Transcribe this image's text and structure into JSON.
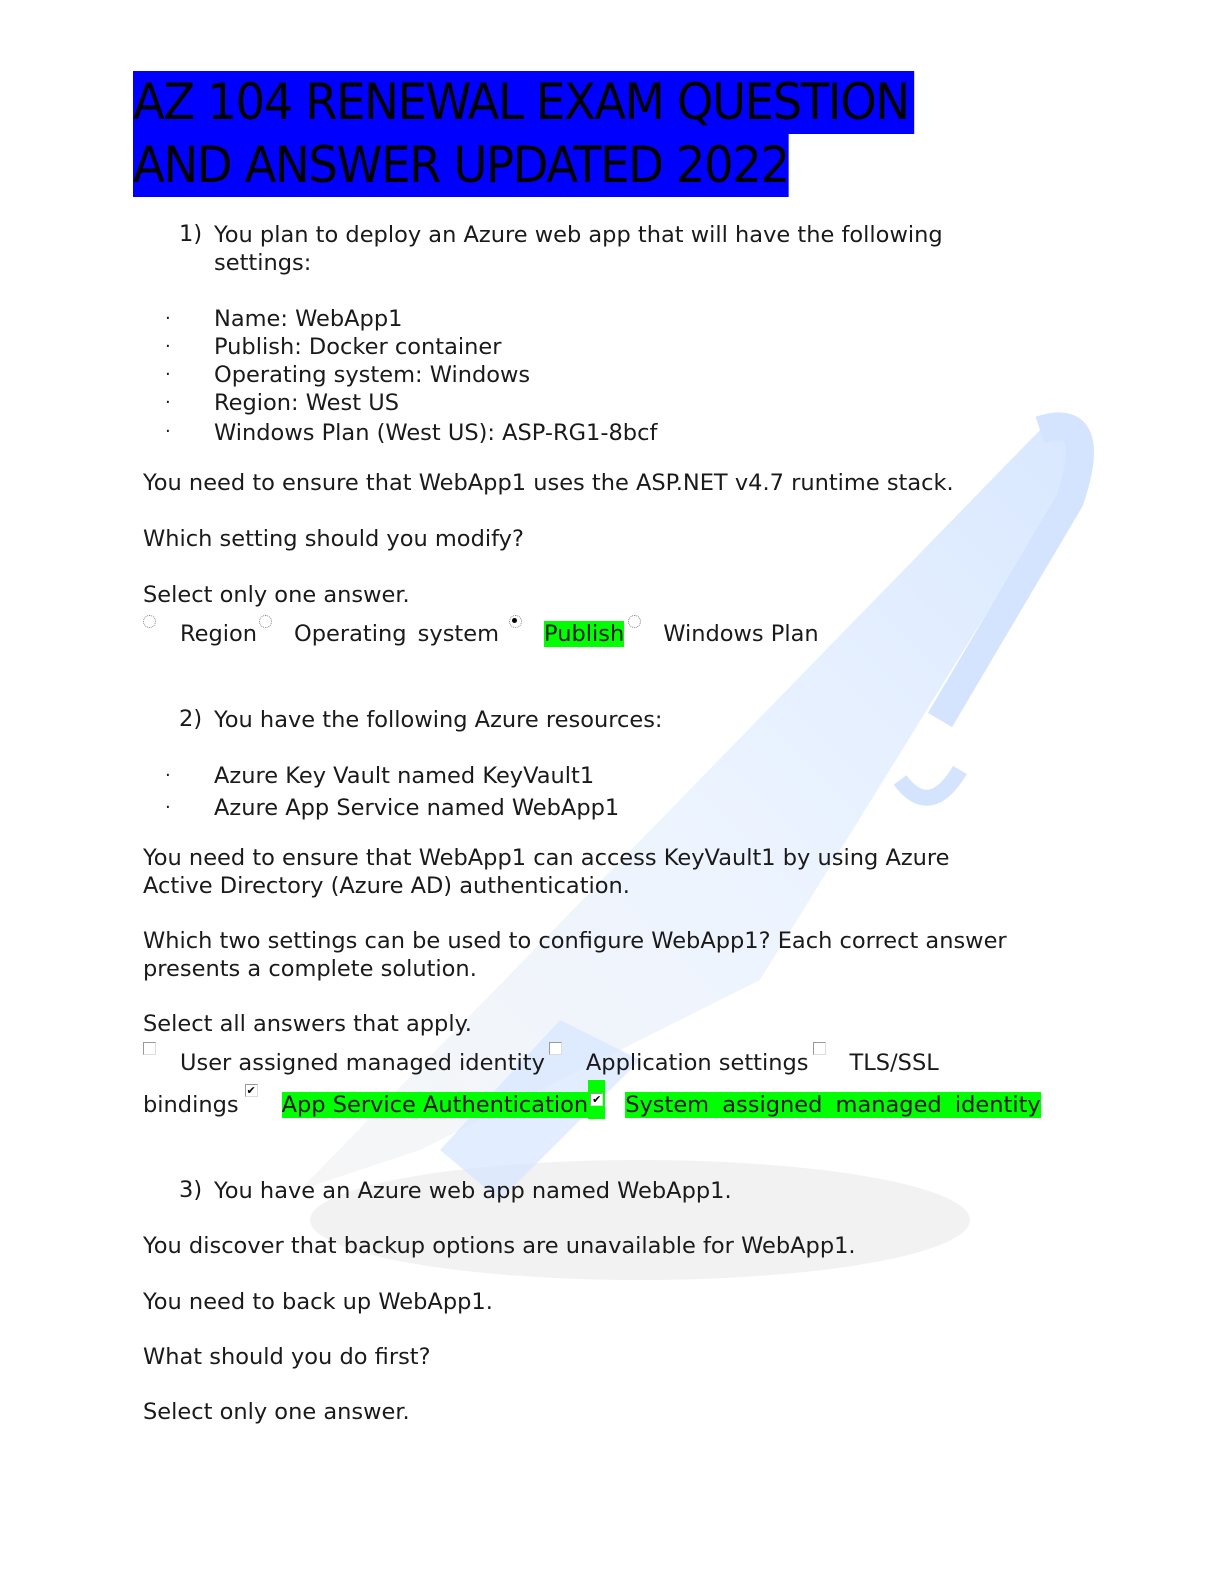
{
  "title": {
    "line1": "AZ 104 RENEWAL EXAM QUESTION",
    "line2": "AND ANSWER UPDATED 2022",
    "bg_color": "#0000ff"
  },
  "highlight_color": "#00ff00",
  "q1": {
    "number": "1)",
    "prompt_line1": "You plan to deploy an Azure web app that will have the following",
    "prompt_line2": "settings:",
    "bullets": [
      "Name: WebApp1",
      "Publish: Docker container",
      "Operating system: Windows",
      "Region: West US",
      "Windows Plan (West US): ASP-RG1-8bcf"
    ],
    "need": "You need to ensure that WebApp1 uses the ASP.NET v4.7 runtime stack.",
    "question": "Which setting should you modify?",
    "instruction": "Select only one answer.",
    "options": [
      {
        "label": "Region",
        "selected": false
      },
      {
        "label": "Operating system",
        "selected": false
      },
      {
        "label": "Publish",
        "selected": true
      },
      {
        "label": "Windows Plan",
        "selected": false
      }
    ]
  },
  "q2": {
    "number": "2)",
    "prompt": "You have the following Azure resources:",
    "bullets": [
      "Azure Key Vault named KeyVault1",
      "Azure App Service named WebApp1"
    ],
    "need_line1": "You need to ensure that WebApp1 can access KeyVault1 by using Azure",
    "need_line2": "Active Directory (Azure AD) authentication.",
    "question_line1": "Which two settings can be used to configure WebApp1? Each correct answer",
    "question_line2": "presents a complete solution.",
    "instruction": "Select all answers that apply.",
    "options": [
      {
        "label": "User assigned managed identity",
        "checked": false
      },
      {
        "label": "Application settings",
        "checked": false
      },
      {
        "label": "TLS/SSL",
        "label_cont": "bindings",
        "checked": false
      },
      {
        "label": "App Service Authentication",
        "checked": true
      },
      {
        "label": "System assigned managed identity",
        "checked": true
      }
    ]
  },
  "q3": {
    "number": "3)",
    "prompt": "You have an Azure web app named WebApp1.",
    "discover": "You discover that backup options are unavailable for WebApp1.",
    "need": "You need to back up WebApp1.",
    "question": "What should you do first?",
    "instruction": "Select only one answer."
  }
}
